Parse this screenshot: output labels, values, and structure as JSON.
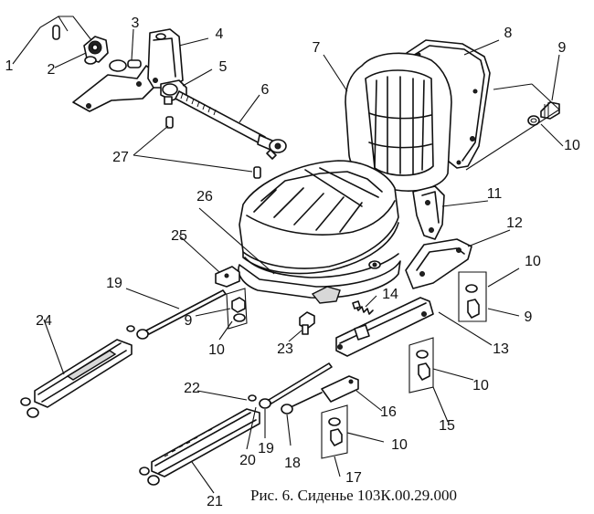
{
  "caption": "Рис. 6. Сиденье 103К.00.29.000",
  "labels": [
    {
      "id": "l1",
      "text": "1"
    },
    {
      "id": "l2",
      "text": "2"
    },
    {
      "id": "l3",
      "text": "3"
    },
    {
      "id": "l4",
      "text": "4"
    },
    {
      "id": "l5",
      "text": "5"
    },
    {
      "id": "l6",
      "text": "6"
    },
    {
      "id": "l7",
      "text": "7"
    },
    {
      "id": "l8",
      "text": "8"
    },
    {
      "id": "l9a",
      "text": "9"
    },
    {
      "id": "l10a",
      "text": "10"
    },
    {
      "id": "l11",
      "text": "11"
    },
    {
      "id": "l12",
      "text": "12"
    },
    {
      "id": "l10b",
      "text": "10"
    },
    {
      "id": "l9b",
      "text": "9"
    },
    {
      "id": "l13",
      "text": "13"
    },
    {
      "id": "l10c",
      "text": "10"
    },
    {
      "id": "l15",
      "text": "15"
    },
    {
      "id": "l16",
      "text": "16"
    },
    {
      "id": "l10d",
      "text": "10"
    },
    {
      "id": "l17",
      "text": "17"
    },
    {
      "id": "l18",
      "text": "18"
    },
    {
      "id": "l19a",
      "text": "19"
    },
    {
      "id": "l20",
      "text": "20"
    },
    {
      "id": "l21",
      "text": "21"
    },
    {
      "id": "l22",
      "text": "22"
    },
    {
      "id": "l23",
      "text": "23"
    },
    {
      "id": "l14",
      "text": "14"
    },
    {
      "id": "l10e",
      "text": "10"
    },
    {
      "id": "l9c",
      "text": "9"
    },
    {
      "id": "l19b",
      "text": "19"
    },
    {
      "id": "l24",
      "text": "24"
    },
    {
      "id": "l25",
      "text": "25"
    },
    {
      "id": "l26",
      "text": "26"
    },
    {
      "id": "l27",
      "text": "27"
    }
  ]
}
